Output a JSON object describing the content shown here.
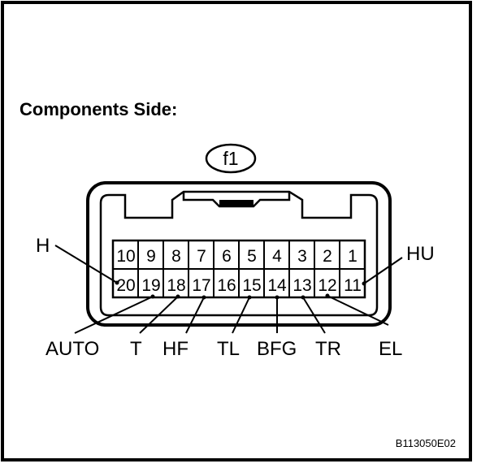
{
  "heading": "Components Side:",
  "connector": {
    "id": "f1",
    "top_row": [
      "10",
      "9",
      "8",
      "7",
      "6",
      "5",
      "4",
      "3",
      "2",
      "1"
    ],
    "bottom_row": [
      "20",
      "19",
      "18",
      "17",
      "16",
      "15",
      "14",
      "13",
      "12",
      "11"
    ]
  },
  "callouts": {
    "H": "H",
    "HU": "HU",
    "AUTO": "AUTO",
    "T": "T",
    "HF": "HF",
    "TL": "TL",
    "BFG": "BFG",
    "TR": "TR",
    "EL": "EL"
  },
  "figure_code": "B113050E02"
}
